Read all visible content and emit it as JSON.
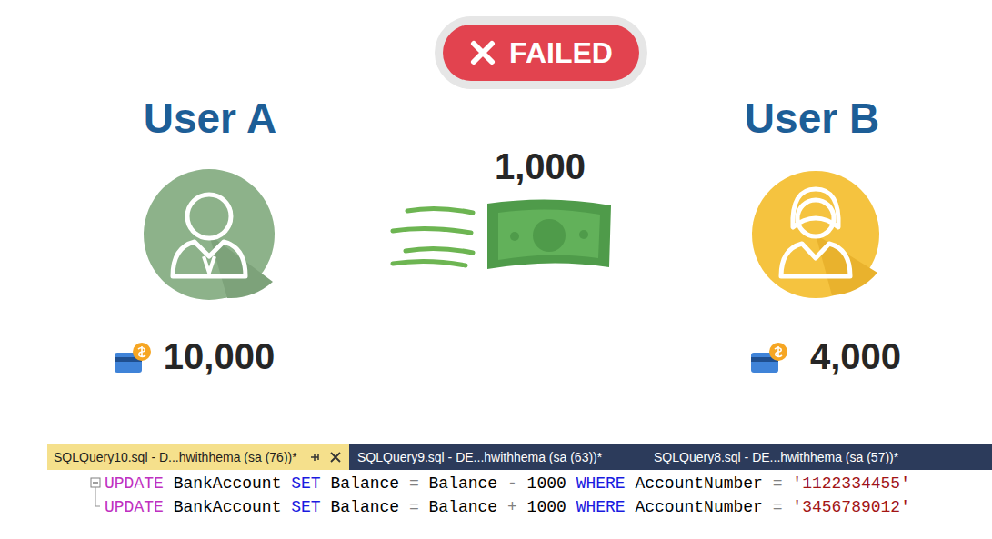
{
  "diagram": {
    "nodes": [
      {
        "text": [
          "FAILED"
        ]
      },
      {
        "text": [
          "UPDATE BankAccount SET Balance = Balance - 1000 WHERE AccountNumber = '1122334455'",
          "UPDATE BankAccount SET Balance = Balance + 1000 WHERE AccountNumber = '3456789012'"
        ]
      },
      {
        "text": [
          "SQLQuery10.sql - D...hwithhema (sa (76))*"
        ],
        "in": 1
      },
      {
        "text": [
          "SQLQuery9.sql - DE...hwithhema (sa (63))*"
        ],
        "in": 1
      },
      {
        "text": [
          "SQLQuery8.sql - DE...hwithhema (sa (57))*"
        ],
        "in": 1
      }
    ],
    "labels": [
      "User A",
      "User B",
      "1,000",
      "10,000",
      "4,000"
    ]
  }
}
